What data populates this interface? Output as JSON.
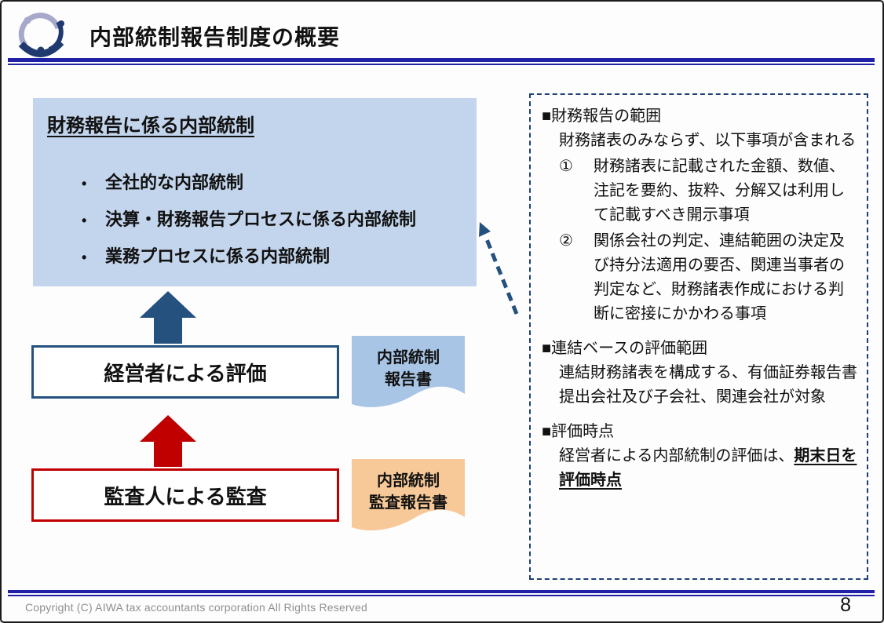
{
  "header": {
    "title": "内部統制報告制度の概要"
  },
  "main_box": {
    "title": "財務報告に係る内部統制",
    "bullet_char": "•",
    "bullets": [
      "全社的な内部統制",
      "決算・財務報告プロセスに係る内部統制",
      "業務プロセスに係る内部統制"
    ]
  },
  "flow": {
    "manager_label": "経営者による評価",
    "auditor_label": "監査人による監査",
    "report_doc": {
      "line1": "内部統制",
      "line2": "報告書"
    },
    "audit_doc": {
      "line1": "内部統制",
      "line2": "監査報告書"
    }
  },
  "notes": {
    "section1": {
      "heading": "■財務報告の範囲",
      "body": "財務諸表のみならず、以下事項が含まれる",
      "item1_num": "①",
      "item1_text": "財務諸表に記載された金額、数値、注記を要約、抜粋、分解又は利用して記載すべき開示事項",
      "item2_num": "②",
      "item2_text": "関係会社の判定、連結範囲の決定及び持分法適用の要否、関連当事者の判定など、財務諸表作成における判断に密接にかかわる事項"
    },
    "section2": {
      "heading": "■連結ベースの評価範囲",
      "body": "連結財務諸表を構成する、有価証券報告書提出会社及び子会社、関連会社が対象"
    },
    "section3": {
      "heading": "■評価時点",
      "body_normal": "経営者による内部統制の評価は、",
      "body_emphasis": "期末日を評価時点"
    }
  },
  "footer": {
    "copyright": "Copyright (C) AIWA tax accountants corporation All Rights Reserved",
    "page_number": "8"
  },
  "colors": {
    "accent_line_blue": "#2121A8",
    "dark_blue": "#25517E",
    "dashed_border_blue": "#1F3F77",
    "red": "#C00000",
    "main_box_bg": "#C3D5EC",
    "doc_blue_bg": "#A9C5E6",
    "doc_orange_bg": "#F8C998"
  }
}
